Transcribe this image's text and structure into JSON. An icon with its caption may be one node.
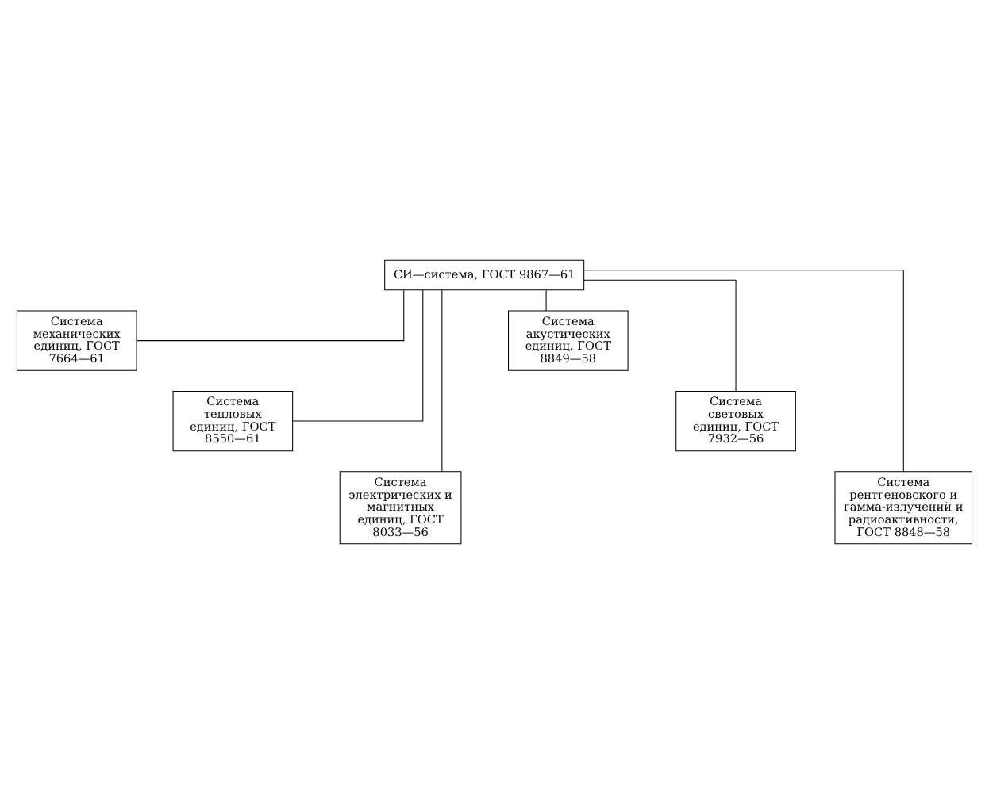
{
  "diagram": {
    "nodes": [
      {
        "text": [
          "СИ—система, ГОСТ 9867—61"
        ]
      },
      {
        "text": [
          "Система механических единиц, ГОСТ 7664—61"
        ]
      },
      {
        "text": [
          "Система тепловых единиц, ГОСТ 8550—61"
        ]
      },
      {
        "text": [
          "Система электрических и магнитных единиц, ГОСТ 8033—56"
        ]
      },
      {
        "text": [
          "Система акустических единиц, ГОСТ 8849—58"
        ]
      },
      {
        "text": [
          "Система световых единиц, ГОСТ 7932—56"
        ]
      },
      {
        "text": [
          "Система рентгеновского и гамма-излучений и радиоактивности, ГОСТ 8848—58"
        ]
      }
    ],
    "edges": [
      {
        "from": 0,
        "to": 1,
        "arrow": "none"
      },
      {
        "from": 0,
        "to": 2,
        "arrow": "none"
      },
      {
        "from": 0,
        "to": 3,
        "arrow": "none"
      },
      {
        "from": 0,
        "to": 4,
        "arrow": "none"
      },
      {
        "from": 0,
        "to": 5,
        "arrow": "none"
      },
      {
        "from": 0,
        "to": 6,
        "arrow": "none"
      }
    ]
  }
}
